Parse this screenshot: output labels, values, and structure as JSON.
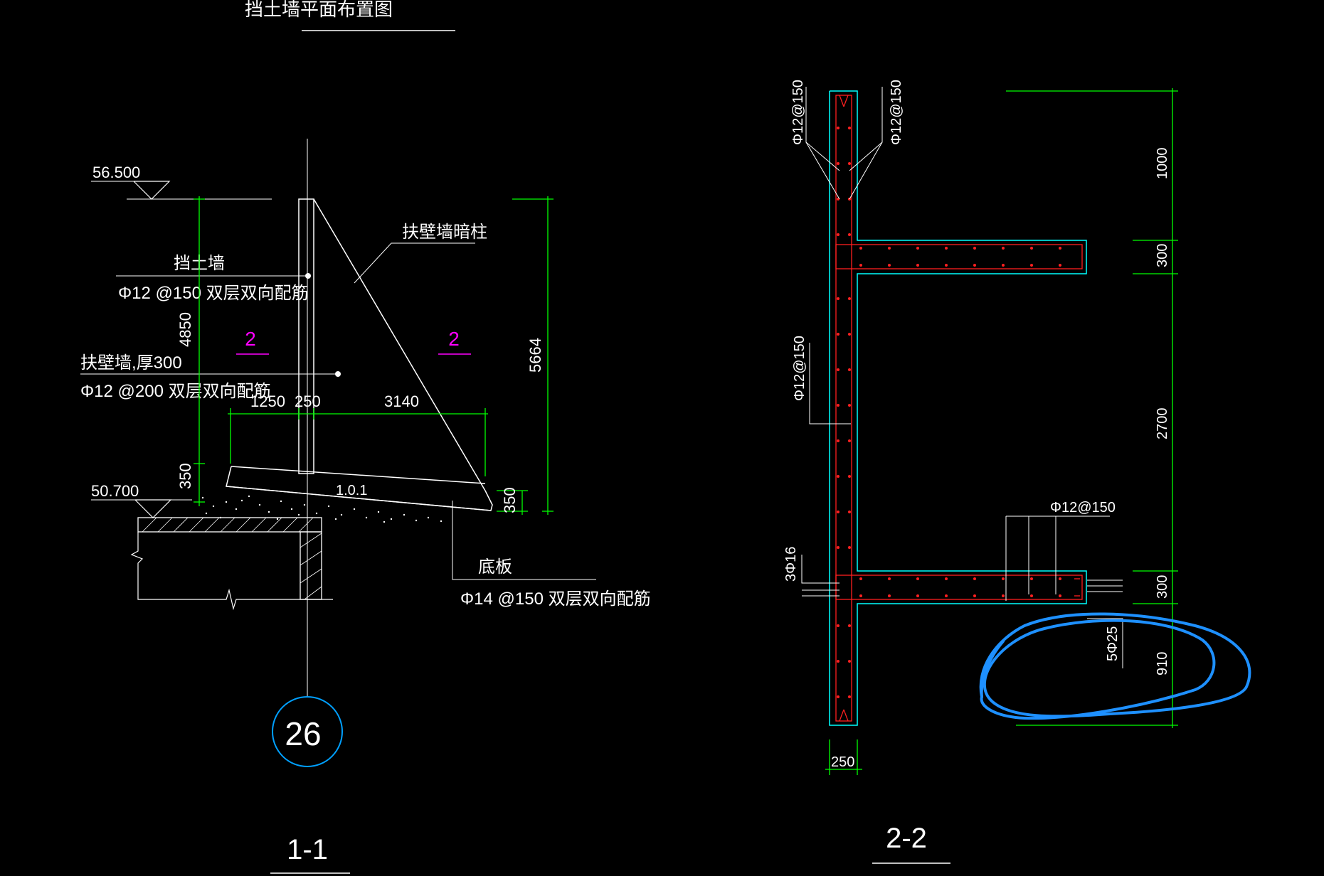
{
  "colors": {
    "background": "#000000",
    "dim_green": "#00ff00",
    "outline_white": "#ffffff",
    "rebar_red": "#ff2020",
    "concrete_cyan": "#00ffff",
    "section_magenta": "#ff00ff",
    "circle_blue": "#00a0ff",
    "markup_blue": "#1e90ff"
  },
  "title_top": "挡土墙平面布置图",
  "section_1": {
    "label": "1-1",
    "elev_top": "56.500",
    "elev_bottom": "50.700",
    "label_retaining_wall": "挡土墙",
    "rebar_retaining_wall": "Φ12 @150 双层双向配筋",
    "label_buttress_wall": "扶壁墙,厚300",
    "rebar_buttress_wall": "Φ12 @200 双层双向配筋",
    "label_hidden_column": "扶壁墙暗柱",
    "label_base_slab": "底板",
    "rebar_base_slab": "Φ14 @150 双层双向配筋",
    "dim_height_4850": "4850",
    "dim_height_350_left": "350",
    "dim_height_350_right": "350",
    "dim_height_5664": "5664",
    "dim_1250": "1250",
    "dim_250": "250",
    "dim_3140": "3140",
    "slope": "1.0.1",
    "section_mark_left": "2",
    "section_mark_right": "2",
    "axis_number": "26"
  },
  "section_2": {
    "label": "2-2",
    "rebar_top_left": "Φ12@150",
    "rebar_top_right": "Φ12@150",
    "rebar_mid_left": "Φ12@150",
    "rebar_bottom": "Φ12@150",
    "rebar_3phi16": "3Φ16",
    "rebar_5phi25": "5Φ25",
    "dim_1000": "1000",
    "dim_300_top": "300",
    "dim_2700": "2700",
    "dim_300_bottom": "300",
    "dim_910": "910",
    "dim_250": "250"
  },
  "annotation": {
    "markup_shape": "hand-drawn-ellipse"
  }
}
